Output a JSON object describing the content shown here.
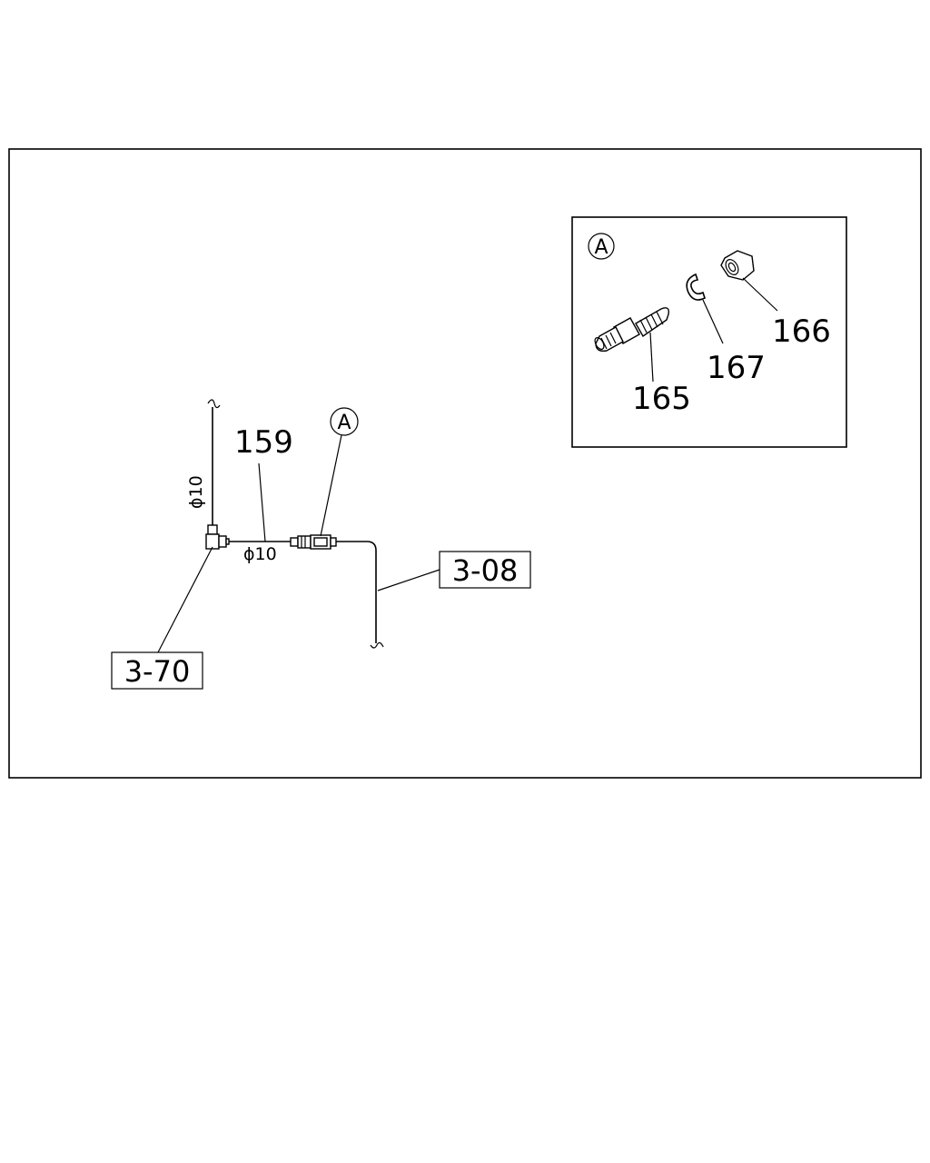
{
  "detail_marker": "A",
  "inset_marker": "A",
  "pipe_diameter_vertical": "ϕ10",
  "pipe_diameter_horizontal": "ϕ10",
  "callouts": {
    "pipe": "159",
    "connector": "165",
    "nut": "166",
    "clip": "167"
  },
  "refs": {
    "left": "3-70",
    "right": "3-08"
  }
}
